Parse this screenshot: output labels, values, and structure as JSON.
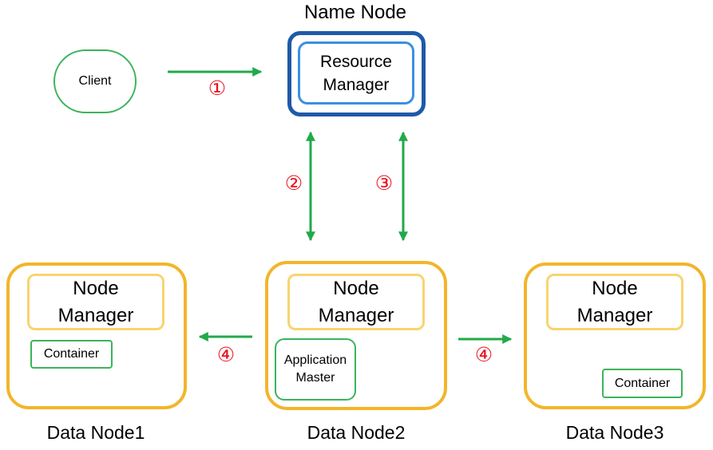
{
  "colors": {
    "arrow": "#22a94a",
    "step_marker": "#e8101c",
    "name_node_border": "#1e5aa8",
    "resource_manager_border": "#3a90e0",
    "data_node_border": "#f2b52b",
    "node_manager_border": "#f8d470",
    "container_border": "#3cb45a"
  },
  "name_node": {
    "title": "Name Node",
    "resource_manager": "Resource\nManager"
  },
  "client": {
    "label": "Client"
  },
  "data_nodes": [
    {
      "label": "Data Node1",
      "node_manager": "Node\nManager",
      "container": "Container"
    },
    {
      "label": "Data Node2",
      "node_manager": "Node\nManager",
      "application_master": "Application\nMaster"
    },
    {
      "label": "Data Node3",
      "node_manager": "Node\nManager",
      "container": "Container"
    }
  ],
  "steps": {
    "client_to_rm": "①",
    "rm_nm_channel": "②",
    "am_rm_channel": "③",
    "to_data_node1": "④",
    "to_data_node3": "④"
  }
}
